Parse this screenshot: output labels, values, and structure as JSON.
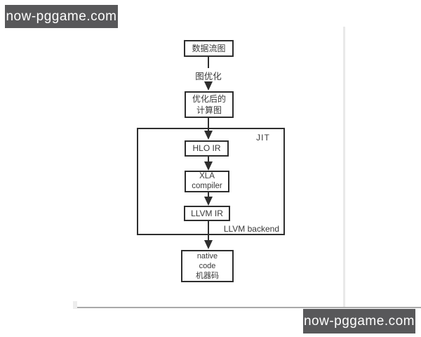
{
  "watermarks": {
    "text": "now-pggame.com"
  },
  "flowchart": {
    "nodes": {
      "dataflow_graph": {
        "lines": [
          "数据流图"
        ]
      },
      "optimized_graph": {
        "lines": [
          "优化后的",
          "计算图"
        ]
      },
      "hlo_ir": {
        "lines": [
          "HLO IR"
        ]
      },
      "xla_compiler": {
        "lines": [
          "XLA",
          "compiler"
        ]
      },
      "llvm_ir": {
        "lines": [
          "LLVM IR"
        ]
      },
      "native_code": {
        "lines": [
          "native",
          "code",
          "机器码"
        ]
      }
    },
    "labels": {
      "graph_optimization": "图优化",
      "jit": "JIT",
      "llvm_backend": "LLVM backend"
    }
  },
  "colors": {
    "stroke": "#2e2e2e",
    "text": "#383838",
    "page_bg": "#ffffff",
    "watermark_bg": "#58585a",
    "watermark_text": "#ffffff",
    "divider_light": "#e9e9e9",
    "border_gray": "#a9a9a9",
    "corner_light": "#ededed"
  }
}
